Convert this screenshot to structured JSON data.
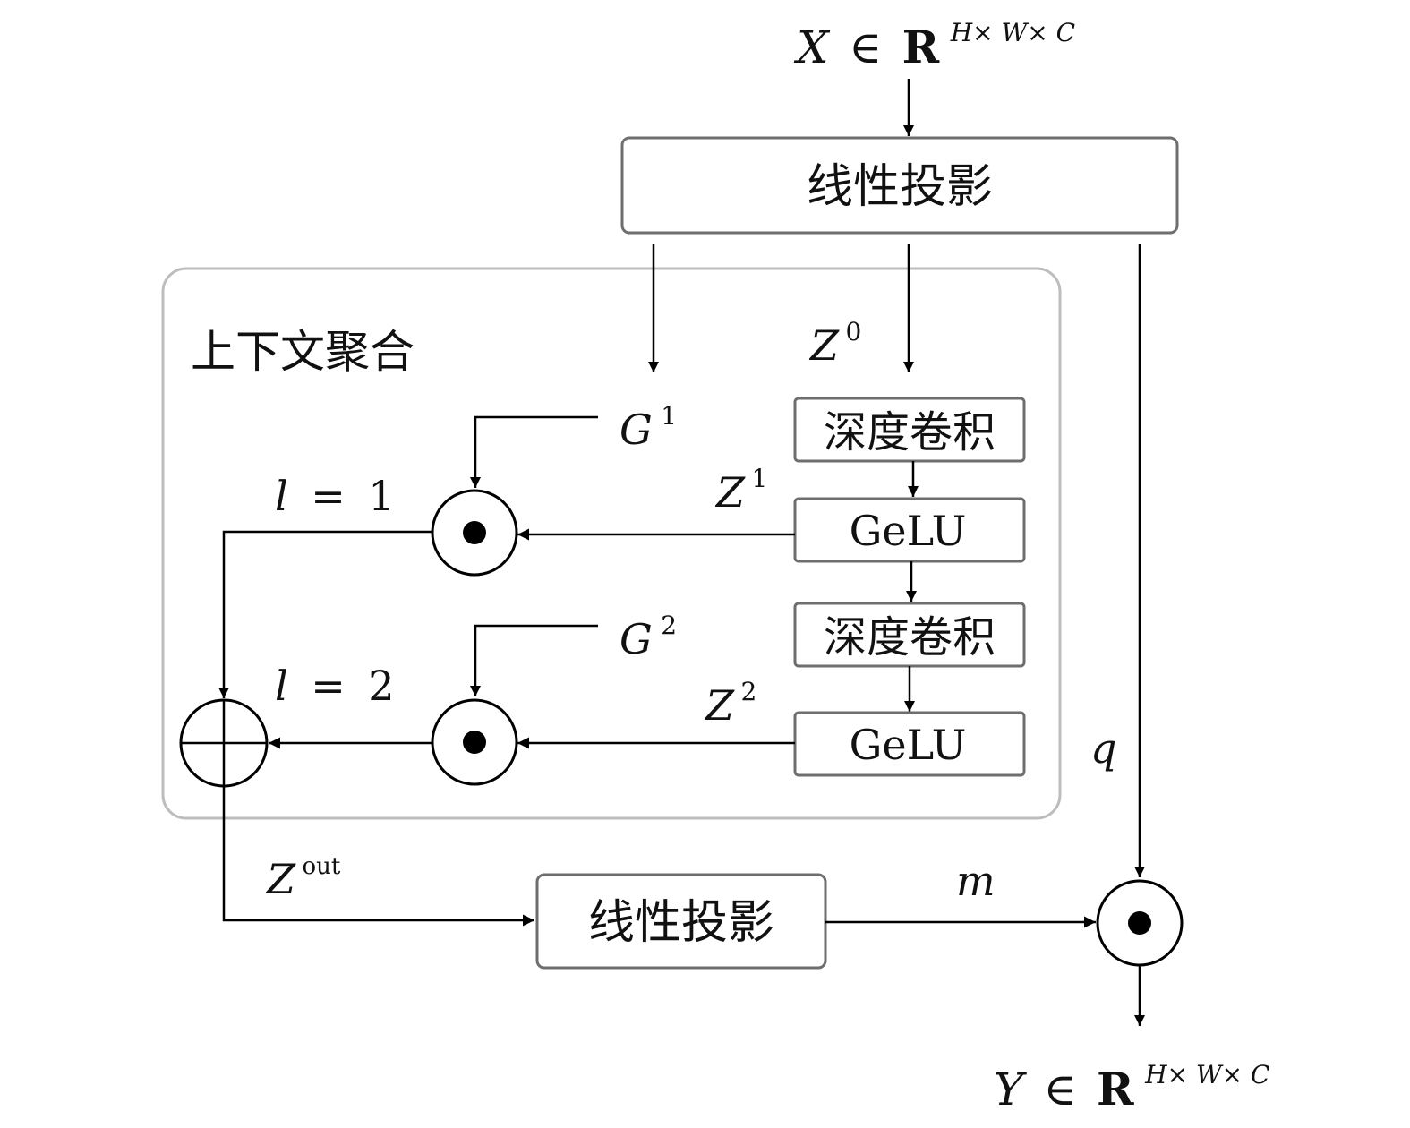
{
  "input": {
    "var": "X",
    "in": "∈",
    "set": "R",
    "dims": "H× W× C"
  },
  "output": {
    "var": "Y",
    "in": "∈",
    "set": "R",
    "dims": "H× W× C"
  },
  "top_projection": {
    "label": "线性投影"
  },
  "bottom_projection": {
    "label": "线性投影"
  },
  "context_aggregation": {
    "label": "上下文聚合"
  },
  "blocks": {
    "dwconv1": "深度卷积",
    "gelu1": "GeLU",
    "dwconv2": "深度卷积",
    "gelu2": "GeLU"
  },
  "signals": {
    "z0": {
      "base": "Z",
      "sup": "0"
    },
    "z1": {
      "base": "Z",
      "sup": "1"
    },
    "z2": {
      "base": "Z",
      "sup": "2"
    },
    "g1": {
      "base": "G",
      "sup": "1"
    },
    "g2": {
      "base": "G",
      "sup": "2"
    },
    "zout": {
      "base": "Z",
      "sup": "out"
    },
    "q": "q",
    "m": "m"
  },
  "levels": {
    "l1": {
      "var": "l",
      "eq": "=",
      "val": "1"
    },
    "l2": {
      "var": "l",
      "eq": "=",
      "val": "2"
    }
  }
}
